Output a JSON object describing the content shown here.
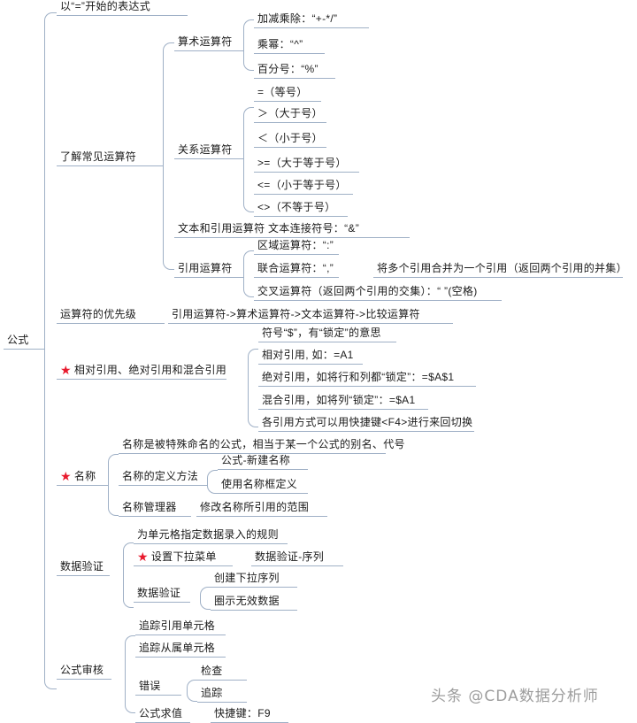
{
  "diagram": {
    "title": "公式",
    "watermark": "头条 @CDA数据分析师",
    "star_glyph": "★",
    "line_color": "#9fb0c6",
    "star_color": "#e8192c",
    "text_color": "#1a1a1a",
    "background": "#ffffff"
  },
  "nodes": {
    "root": "公式",
    "b1": "以“=”开始的表达式",
    "b2": "了解常见运算符",
    "b3": "运算符的优先级",
    "b4": "相对引用、绝对引用和混合引用",
    "b5": "名称",
    "b6": "数据验证",
    "b7": "公式审核",
    "op_arith": "算术运算符",
    "op_arith_1": "加减乘除：“+-*/”",
    "op_arith_2": "乘幂：“^”",
    "op_arith_3": "百分号：“%”",
    "op_rel": "关系运算符",
    "op_rel_1": "=（等号）",
    "op_rel_2": "＞（大于号）",
    "op_rel_3": "＜（小于号）",
    "op_rel_4": ">=（大于等于号）",
    "op_rel_5": "<=（小于等于号）",
    "op_rel_6": "<>（不等于号）",
    "op_text": "文本和引用运算符",
    "op_text_1": "文本连接符号：“&”",
    "op_ref": "引用运算符",
    "op_ref_1": "区域运算符：“:”",
    "op_ref_2": "联合运算符：“,”",
    "op_ref_2_note": "将多个引用合并为一个引用（返回两个引用的并集）",
    "op_ref_3": "交叉运算符（返回两个引用的交集）：“ ”(空格)",
    "prio_1": "引用运算符->算术运算符->文本运算符->比较运算符",
    "ref_1": "符号“$”，有“锁定”的意思",
    "ref_2": "相对引用, 如：=A1",
    "ref_3": "绝对引用，如将行和列都“锁定”：=$A$1",
    "ref_4": "混合引用，如将列“锁定”：=$A1",
    "ref_5": "各引用方式可以用快捷键<F4>进行来回切换",
    "name_1": "名称是被特殊命名的公式，相当于某一个公式的别名、代号",
    "name_def": "名称的定义方法",
    "name_def_1": "公式-新建名称",
    "name_def_2": "使用名称框定义",
    "name_mgr": "名称管理器",
    "name_mgr_1": "修改名称所引用的范围",
    "dv_1": "为单元格指定数据录入的规则",
    "dv_2": "设置下拉菜单",
    "dv_2_note": "数据验证-序列",
    "dv_3": "数据验证",
    "dv_3_1": "创建下拉序列",
    "dv_3_2": "圈示无效数据",
    "audit_1": "追踪引用单元格",
    "audit_2": "追踪从属单元格",
    "audit_3": "错误",
    "audit_3_1": "检查",
    "audit_3_2": "追踪",
    "audit_4": "公式求值",
    "audit_4_note": "快捷键：F9"
  }
}
